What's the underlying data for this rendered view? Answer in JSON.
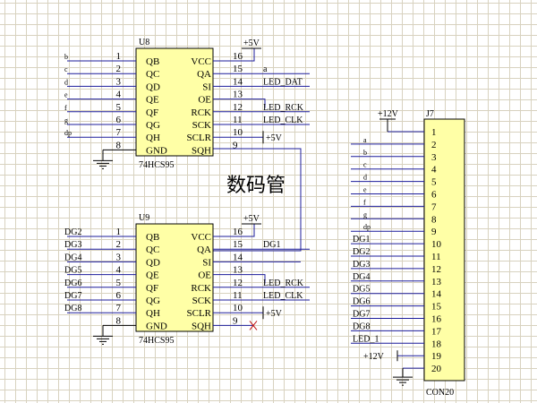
{
  "u8": {
    "ref": "U8",
    "part": "74HCS95",
    "left_pins": [
      {
        "num": "1",
        "name": "QB",
        "net": "b"
      },
      {
        "num": "2",
        "name": "QC",
        "net": "c"
      },
      {
        "num": "3",
        "name": "QD",
        "net": "d"
      },
      {
        "num": "4",
        "name": "QE",
        "net": "e"
      },
      {
        "num": "5",
        "name": "QF",
        "net": "f"
      },
      {
        "num": "6",
        "name": "QG",
        "net": "g"
      },
      {
        "num": "7",
        "name": "QH",
        "net": "dp"
      },
      {
        "num": "8",
        "name": "GND",
        "net": ""
      }
    ],
    "right_pins": [
      {
        "num": "16",
        "name": "VCC",
        "net": ""
      },
      {
        "num": "15",
        "name": "QA",
        "net": "a"
      },
      {
        "num": "14",
        "name": "SI",
        "net": "LED_DAT"
      },
      {
        "num": "13",
        "name": "OE",
        "net": ""
      },
      {
        "num": "12",
        "name": "RCK",
        "net": "LED_RCK"
      },
      {
        "num": "11",
        "name": "SCK",
        "net": "LED_CLK"
      },
      {
        "num": "10",
        "name": "SCLR",
        "net": "+5V"
      },
      {
        "num": "9",
        "name": "SQH",
        "net": ""
      }
    ],
    "power": "+5V"
  },
  "u9": {
    "ref": "U9",
    "part": "74HCS95",
    "left_pins": [
      {
        "num": "1",
        "name": "QB",
        "net": "DG2"
      },
      {
        "num": "2",
        "name": "QC",
        "net": "DG3"
      },
      {
        "num": "3",
        "name": "QD",
        "net": "DG4"
      },
      {
        "num": "4",
        "name": "QE",
        "net": "DG5"
      },
      {
        "num": "5",
        "name": "QF",
        "net": "DG6"
      },
      {
        "num": "6",
        "name": "QG",
        "net": "DG7"
      },
      {
        "num": "7",
        "name": "QH",
        "net": "DG8"
      },
      {
        "num": "8",
        "name": "GND",
        "net": ""
      }
    ],
    "right_pins": [
      {
        "num": "16",
        "name": "VCC",
        "net": ""
      },
      {
        "num": "15",
        "name": "QA",
        "net": "DG1"
      },
      {
        "num": "14",
        "name": "SI",
        "net": ""
      },
      {
        "num": "13",
        "name": "OE",
        "net": ""
      },
      {
        "num": "12",
        "name": "RCK",
        "net": "LED_RCK"
      },
      {
        "num": "11",
        "name": "SCK",
        "net": "LED_CLK"
      },
      {
        "num": "10",
        "name": "SCLR",
        "net": "+5V"
      },
      {
        "num": "9",
        "name": "SQH",
        "net": ""
      }
    ],
    "power": "+5V"
  },
  "j7": {
    "ref": "J7",
    "part": "CON20",
    "pins": [
      {
        "num": "1",
        "net": "+12V"
      },
      {
        "num": "2",
        "net": "a"
      },
      {
        "num": "3",
        "net": "b"
      },
      {
        "num": "4",
        "net": "c"
      },
      {
        "num": "5",
        "net": "d"
      },
      {
        "num": "6",
        "net": "e"
      },
      {
        "num": "7",
        "net": "f"
      },
      {
        "num": "8",
        "net": "g"
      },
      {
        "num": "9",
        "net": "dp"
      },
      {
        "num": "10",
        "net": "DG1"
      },
      {
        "num": "11",
        "net": "DG2"
      },
      {
        "num": "12",
        "net": "DG3"
      },
      {
        "num": "13",
        "net": "DG4"
      },
      {
        "num": "14",
        "net": "DG5"
      },
      {
        "num": "15",
        "net": "DG6"
      },
      {
        "num": "16",
        "net": "DG7"
      },
      {
        "num": "17",
        "net": "DG8"
      },
      {
        "num": "18",
        "net": "LED_1"
      },
      {
        "num": "19",
        "net": "+12V"
      },
      {
        "num": "20",
        "net": ""
      }
    ]
  },
  "title": "数码管",
  "colors": {
    "wire": "#1d1d9b",
    "body": "#ffffa6",
    "grid": "#d8d2bf",
    "noconnect": "#c01010"
  }
}
